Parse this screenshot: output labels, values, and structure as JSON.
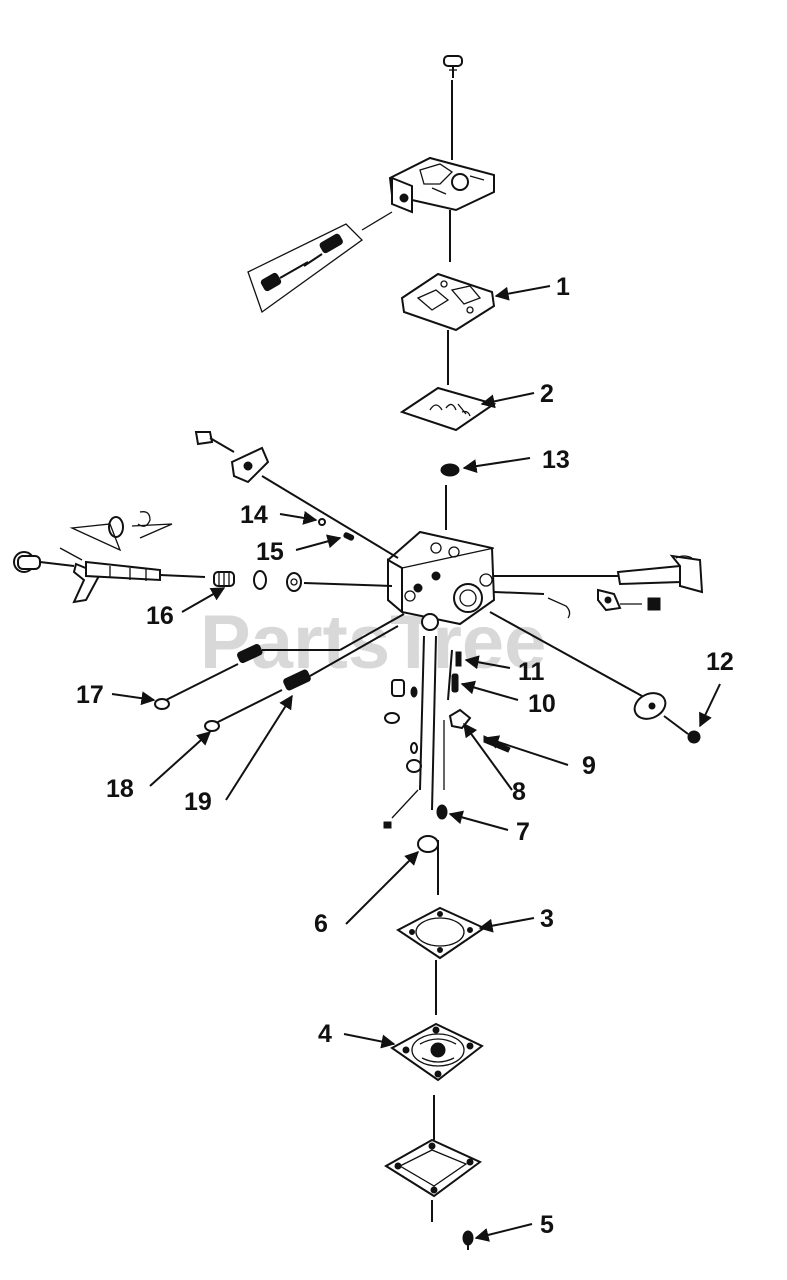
{
  "watermark": "PartsTree",
  "callouts": [
    {
      "id": "1",
      "label": "1"
    },
    {
      "id": "2",
      "label": "2"
    },
    {
      "id": "3",
      "label": "3"
    },
    {
      "id": "4",
      "label": "4"
    },
    {
      "id": "5",
      "label": "5"
    },
    {
      "id": "6",
      "label": "6"
    },
    {
      "id": "7",
      "label": "7"
    },
    {
      "id": "8",
      "label": "8"
    },
    {
      "id": "9",
      "label": "9"
    },
    {
      "id": "10",
      "label": "10"
    },
    {
      "id": "11",
      "label": "11"
    },
    {
      "id": "12",
      "label": "12"
    },
    {
      "id": "13",
      "label": "13"
    },
    {
      "id": "14",
      "label": "14"
    },
    {
      "id": "15",
      "label": "15"
    },
    {
      "id": "16",
      "label": "16"
    },
    {
      "id": "17",
      "label": "17"
    },
    {
      "id": "18",
      "label": "18"
    },
    {
      "id": "19",
      "label": "19"
    }
  ]
}
